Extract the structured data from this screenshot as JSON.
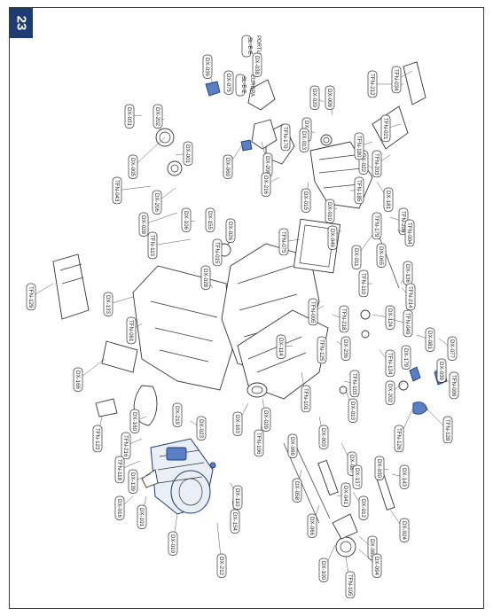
{
  "page": {
    "number": "23"
  },
  "variants": [
    {
      "code": "SL-E-E",
      "region": "PORTUGAL"
    },
    {
      "code": "SL-E-E",
      "region": "EUROPA"
    }
  ],
  "callouts": [
    "DX-036",
    "DX-075",
    "DX-031",
    "DX-202",
    "DX-001",
    "TFN-043",
    "DX-005",
    "DX-206",
    "DX-028",
    "DX-106",
    "DX-155",
    "TFN-015",
    "DX-028",
    "DX-026",
    "TFN-113",
    "DX-060",
    "DX-038",
    "DX-200",
    "TFN-170",
    "DX-216",
    "DX-044",
    "DX-015",
    "DX-020",
    "DX-009",
    "DX-013",
    "DX-010",
    "DX-046",
    "DX-011",
    "DX-022",
    "DX-181",
    "TFN-179",
    "TFN-208",
    "TFN-185",
    "TFN-180",
    "TFN-212",
    "TFN-034",
    "TFN-021",
    "TFN-203",
    "TFN-004",
    "DX-136",
    "DX-065",
    "TFN-214",
    "TFN-110",
    "TFN-075",
    "TFN-218",
    "DX-236",
    "DX-124",
    "TFN-049",
    "DX-081",
    "DX-077",
    "DX-039",
    "TFN-009",
    "TFN-124",
    "DX-179",
    "DX-202",
    "TFN-128",
    "TFN-126",
    "TFN-103",
    "DX-013",
    "DX-087",
    "TFN-005",
    "TFN-125",
    "DX-114",
    "TFN-101",
    "DX-003",
    "DX-069",
    "DX-058",
    "DX-066",
    "DX-012",
    "DX-137",
    "DX-030",
    "DX-143",
    "DX-041",
    "DX-024",
    "DX-065",
    "TFN-105",
    "DX-100",
    "DX-094",
    "DX-163",
    "TFN-106",
    "DX-029",
    "DX-023",
    "DX-219",
    "DX-160",
    "TFN-123",
    "TFN-216",
    "TFN-118",
    "DX-139",
    "DX-016",
    "DX-101",
    "DX-010",
    "DX-212",
    "DX-110",
    "DX-154",
    "DX-133",
    "TFN-061",
    "DX-166",
    "TFN-129"
  ]
}
